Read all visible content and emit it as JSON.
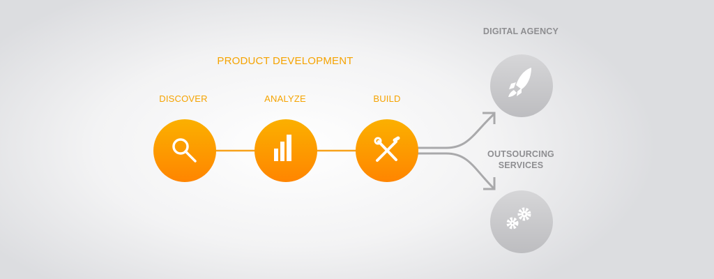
{
  "title": "PRODUCT DEVELOPMENT",
  "steps": [
    {
      "label": "DISCOVER",
      "icon": "search-icon"
    },
    {
      "label": "ANALYZE",
      "icon": "bar-chart-icon"
    },
    {
      "label": "BUILD",
      "icon": "tools-icon"
    }
  ],
  "outcomes": [
    {
      "label": "DIGITAL AGENCY",
      "icon": "rocket-icon"
    },
    {
      "line1": "OUTSOURCING",
      "line2": "SERVICES",
      "icon": "gears-icon"
    }
  ],
  "colors": {
    "orange": "#f9a000",
    "orange_dark": "#ff7f00",
    "gray": "#c4c4c6",
    "connector": "#aaaaac"
  }
}
